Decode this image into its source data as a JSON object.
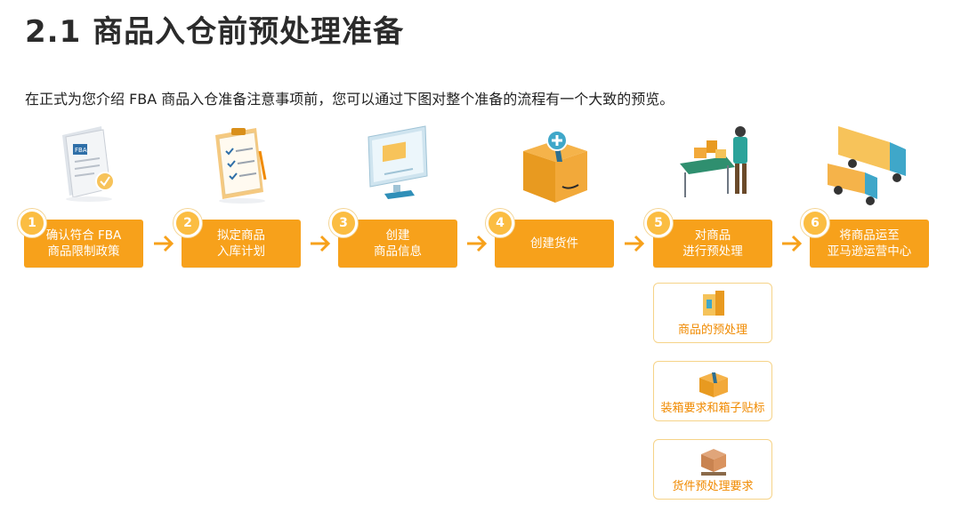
{
  "page": {
    "title": "2.1 商品入仓前预处理准备",
    "intro": "在正式为您介绍 FBA 商品入仓准备注意事项前，您可以通过下图对整个准备的流程有一个大致的预览。"
  },
  "steps": [
    {
      "num": "1",
      "label": "确认符合 FBA\n商品限制政策"
    },
    {
      "num": "2",
      "label": "拟定商品\n入库计划"
    },
    {
      "num": "3",
      "label": "创建\n商品信息"
    },
    {
      "num": "4",
      "label": "创建货件"
    },
    {
      "num": "5",
      "label": "对商品\n进行预处理"
    },
    {
      "num": "6",
      "label": "将商品运至\n亚马逊运营中心"
    }
  ],
  "substeps": [
    {
      "label": "商品的预处理"
    },
    {
      "label": "装箱要求和箱子贴标"
    },
    {
      "label": "货件预处理要求"
    }
  ],
  "illustrations": {
    "doc_badge_text": "FBA"
  },
  "colors": {
    "accent": "#f7a11b",
    "badge": "#fbbd42",
    "sub_border": "#f6d388",
    "sub_text": "#f08a00"
  }
}
